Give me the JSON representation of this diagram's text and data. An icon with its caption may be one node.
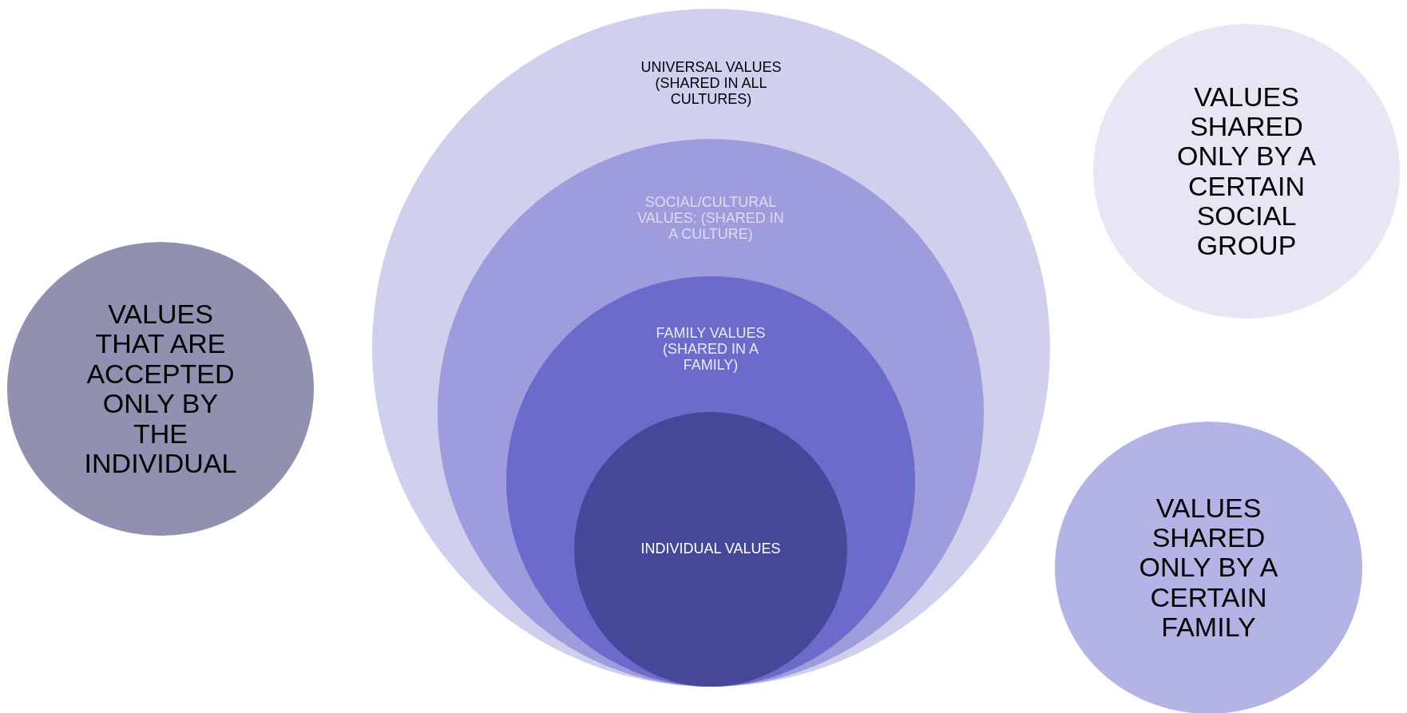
{
  "diagram": {
    "nodes": [
      {
        "text": [
          "UNIVERSAL VALUES (SHARED IN ALL CULTURES)"
        ]
      },
      {
        "text": [
          "SOCIAL/CULTURAL VALUES: (SHARED IN A CULTURE)"
        ],
        "in": 0
      },
      {
        "text": [
          "FAMILY VALUES (SHARED IN A FAMILY)"
        ],
        "in": 1
      },
      {
        "text": [
          "INDIVIDUAL VALUES"
        ],
        "in": 2
      },
      {
        "text": [
          "VALUES SHARED ONLY BY A CERTAIN SOCIAL GROUP"
        ]
      },
      {
        "text": [
          "VALUES THAT ARE ACCEPTED ONLY BY THE INDIVIDUAL"
        ]
      },
      {
        "text": [
          "VALUES SHARED ONLY BY A CERTAIN FAMILY"
        ]
      }
    ]
  }
}
